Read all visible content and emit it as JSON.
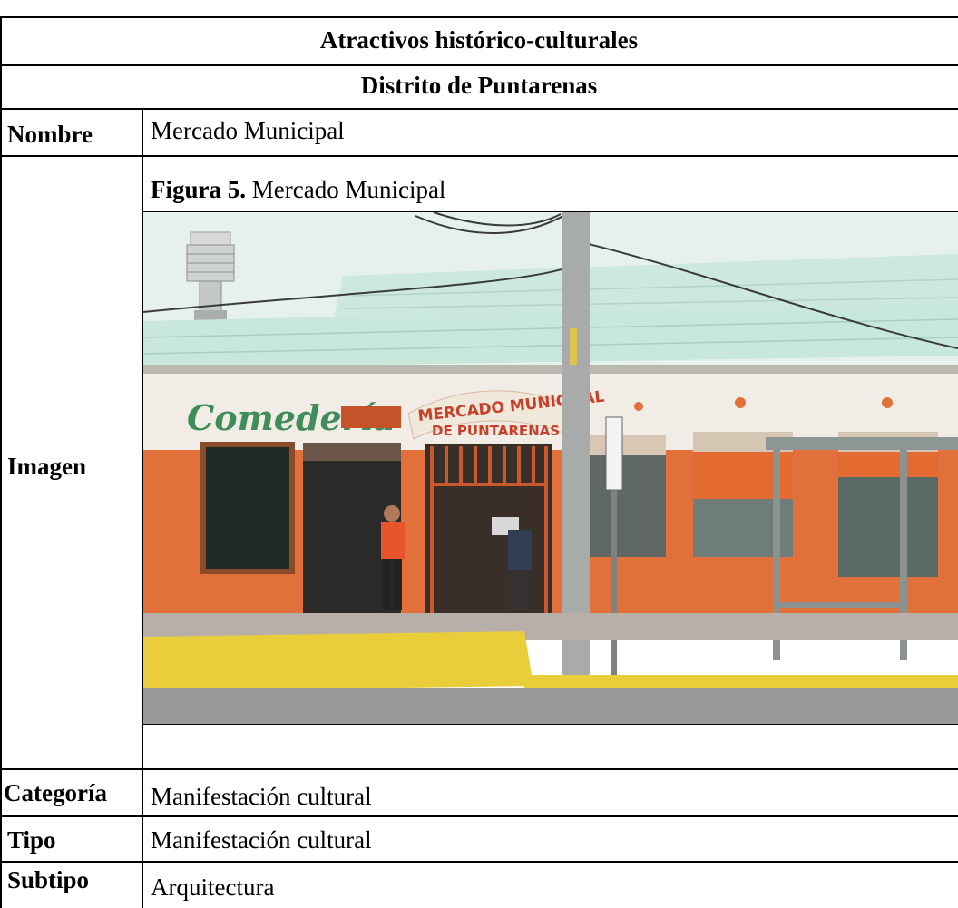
{
  "table": {
    "title": "Atractivos histórico-culturales",
    "subtitle": "Distrito de Puntarenas",
    "rows": {
      "nombre": {
        "label": "Nombre",
        "value": "Mercado Municipal"
      },
      "imagen": {
        "label": "Imagen",
        "figure_number": "Figura 5.",
        "figure_caption": "Mercado Municipal"
      },
      "categoria": {
        "label": "Categoría",
        "value": "Manifestación cultural"
      },
      "tipo": {
        "label": "Tipo",
        "value": "Manifestación cultural"
      },
      "subtipo": {
        "label": "Subtipo",
        "value": "Arquitectura"
      }
    }
  },
  "photo": {
    "signs": {
      "left": "Comedería",
      "market_line1": "MERCADO MUNICIPAL",
      "market_line2": "DE PUNTARENAS"
    },
    "colors": {
      "sky": "#e6f0ec",
      "roof": "#c8e8dc",
      "wall": "#f2ece6",
      "orange": "#e2703a",
      "road": "#9a9a9a",
      "yellow_curb": "#e9cd3a"
    }
  }
}
